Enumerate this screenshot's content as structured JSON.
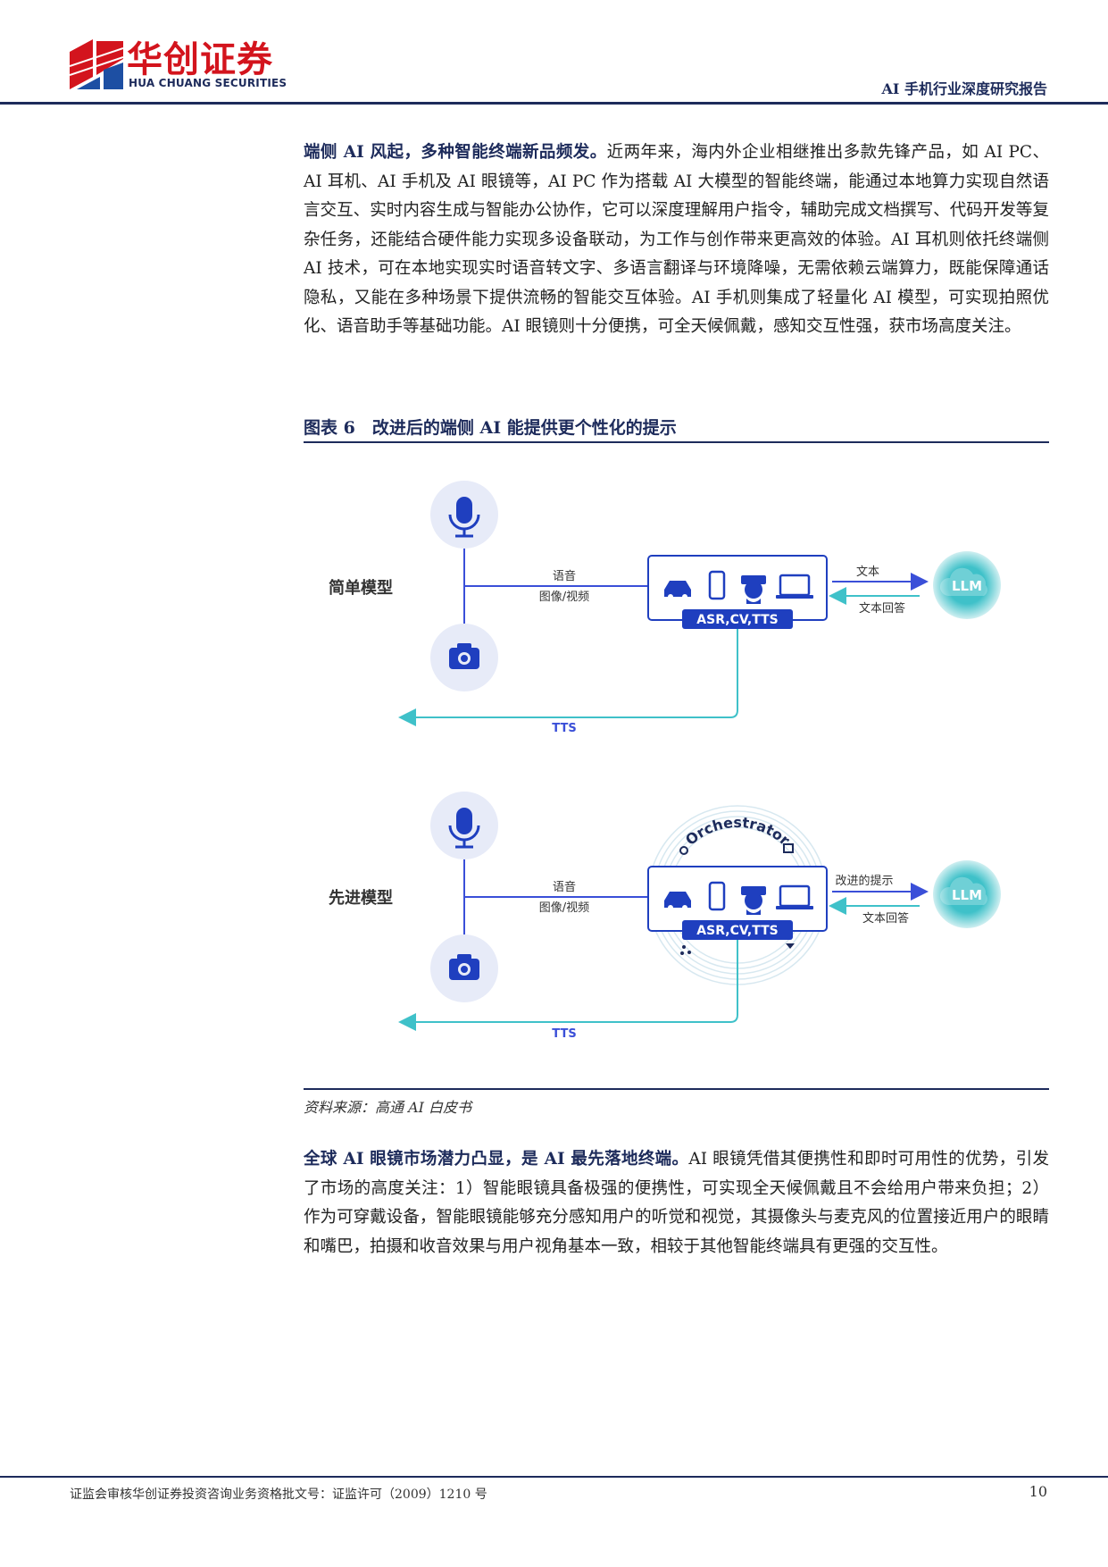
{
  "header": {
    "logo_cn": "华创证券",
    "logo_en": "HUA CHUANG SECURITIES",
    "report_title": "AI 手机行业深度研究报告"
  },
  "para1": {
    "lead": "端侧 AI 风起，多种智能终端新品频发。",
    "body": "近两年来，海内外企业相继推出多款先锋产品，如 AI PC、AI 耳机、AI 手机及 AI 眼镜等，AI PC 作为搭载 AI 大模型的智能终端，能通过本地算力实现自然语言交互、实时内容生成与智能办公协作，它可以深度理解用户指令，辅助完成文档撰写、代码开发等复杂任务，还能结合硬件能力实现多设备联动，为工作与创作带来更高效的体验。AI 耳机则依托终端侧 AI 技术，可在本地实现实时语音转文字、多语言翻译与环境降噪，无需依赖云端算力，既能保障通话隐私，又能在多种场景下提供流畅的智能交互体验。AI 手机则集成了轻量化 AI 模型，可实现拍照优化、语音助手等基础功能。AI 眼镜则十分便携，可全天候佩戴，感知交互性强，获市场高度关注。"
  },
  "figure": {
    "title": "图表 6　改进后的端侧 AI 能提供更个性化的提示",
    "source": "资料来源：高通 AI 白皮书",
    "simple": {
      "label": "简单模型",
      "input_label_1": "语音",
      "input_label_2": "图像/视频",
      "device_label": "ASR,CV,TTS",
      "to_llm": "文本",
      "from_llm": "文本回答",
      "llm": "LLM",
      "output": "TTS"
    },
    "advanced": {
      "label": "先进模型",
      "input_label_1": "语音",
      "input_label_2": "图像/视频",
      "device_label": "ASR,CV,TTS",
      "orchestrator": "Orchestrator",
      "to_llm": "改进的提示",
      "from_llm": "文本回答",
      "llm": "LLM",
      "output": "TTS"
    }
  },
  "para2": {
    "lead": "全球 AI 眼镜市场潜力凸显，是 AI 最先落地终端。",
    "body": "AI 眼镜凭借其便携性和即时可用性的优势，引发了市场的高度关注：1）智能眼镜具备极强的便携性，可实现全天候佩戴且不会给用户带来负担；2）作为可穿戴设备，智能眼镜能够充分感知用户的听觉和视觉，其摄像头与麦克风的位置接近用户的眼睛和嘴巴，拍摄和收音效果与用户视角基本一致，相较于其他智能终端具有更强的交互性。"
  },
  "footer": {
    "license": "证监会审核华创证券投资咨询业务资格批文号：证监许可（2009）1210 号",
    "page": "10"
  },
  "colors": {
    "navy": "#1d2b5b",
    "brand_red": "#d3141d",
    "teal": "#3fc1c9",
    "blue_line": "#3a4fd8"
  }
}
